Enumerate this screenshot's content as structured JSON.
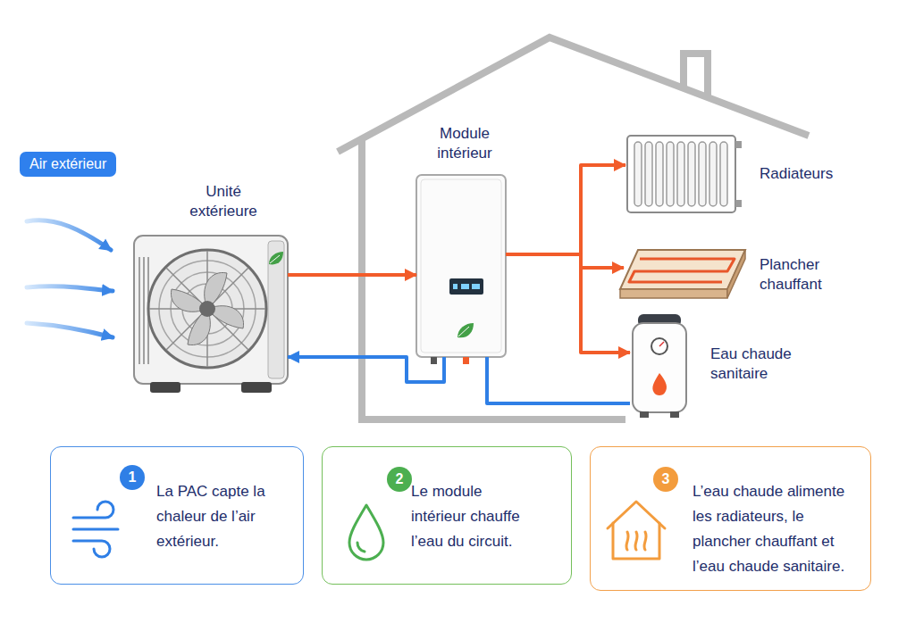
{
  "diagram": {
    "nodes": [
      {
        "text": [
          "Air extérieur"
        ]
      },
      {
        "text": [
          "Unité extérieure"
        ]
      },
      {
        "text": [
          "Module intérieur"
        ]
      },
      {
        "text": [
          "Radiateurs"
        ]
      },
      {
        "text": [
          "Plancher chauffant"
        ]
      },
      {
        "text": [
          "Eau chaude sanitaire"
        ]
      },
      {
        "text": [
          "La PAC capte la chaleur de l’air extérieur."
        ]
      },
      {
        "text": [
          "1"
        ],
        "in": 6
      },
      {
        "text": [
          "Le module intérieur chauffe l’eau du circuit."
        ]
      },
      {
        "text": [
          "2"
        ],
        "in": 8
      },
      {
        "text": [
          "L’eau chaude alimente les radiateurs, le plancher chauffant et l’eau chaude sanitaire."
        ]
      },
      {
        "text": [
          "3"
        ],
        "in": 10
      }
    ],
    "edges": [
      {
        "from": 1,
        "to": 2,
        "arrow": "to"
      },
      {
        "from": 2,
        "to": 1,
        "arrow": "to"
      },
      {
        "from": 2,
        "to": 3,
        "arrow": "to"
      },
      {
        "from": 2,
        "to": 4,
        "arrow": "to"
      },
      {
        "from": 2,
        "to": 5,
        "arrow": "to"
      },
      {
        "from": 5,
        "to": 2,
        "arrow": "none"
      }
    ]
  }
}
